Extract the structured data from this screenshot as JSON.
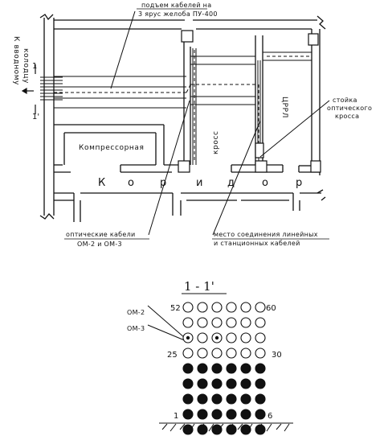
{
  "labels": {
    "cable_rise": [
      "подъем кабелей на",
      "3 ярус желоба ПУ-400"
    ],
    "to_manhole": [
      "К вводному",
      "колодцу"
    ],
    "compressor_room": "Компрессорная",
    "cross": "кросс",
    "crrl": "ЦРРЛ",
    "corridor_letters": [
      "К",
      "о",
      "р",
      "и",
      "д",
      "о",
      "р"
    ],
    "optical_rack": [
      "стойка",
      "оптического",
      "кросса"
    ],
    "optical_cables": [
      "оптические кабели",
      "ОМ-2 и ОМ-3"
    ],
    "junction": [
      "место соединения линейных",
      "и станционных кабелей"
    ]
  },
  "section": {
    "title": "1 - 1'",
    "om2": "ОМ-2",
    "om3": "ОМ-3",
    "numbers": {
      "n52": "52",
      "n60": "60",
      "n25": "25",
      "n30": "30",
      "n1": "1",
      "n6": "6"
    }
  },
  "duct_grid": {
    "columns": 6,
    "open_rows": 4,
    "filled_rows": 5
  }
}
